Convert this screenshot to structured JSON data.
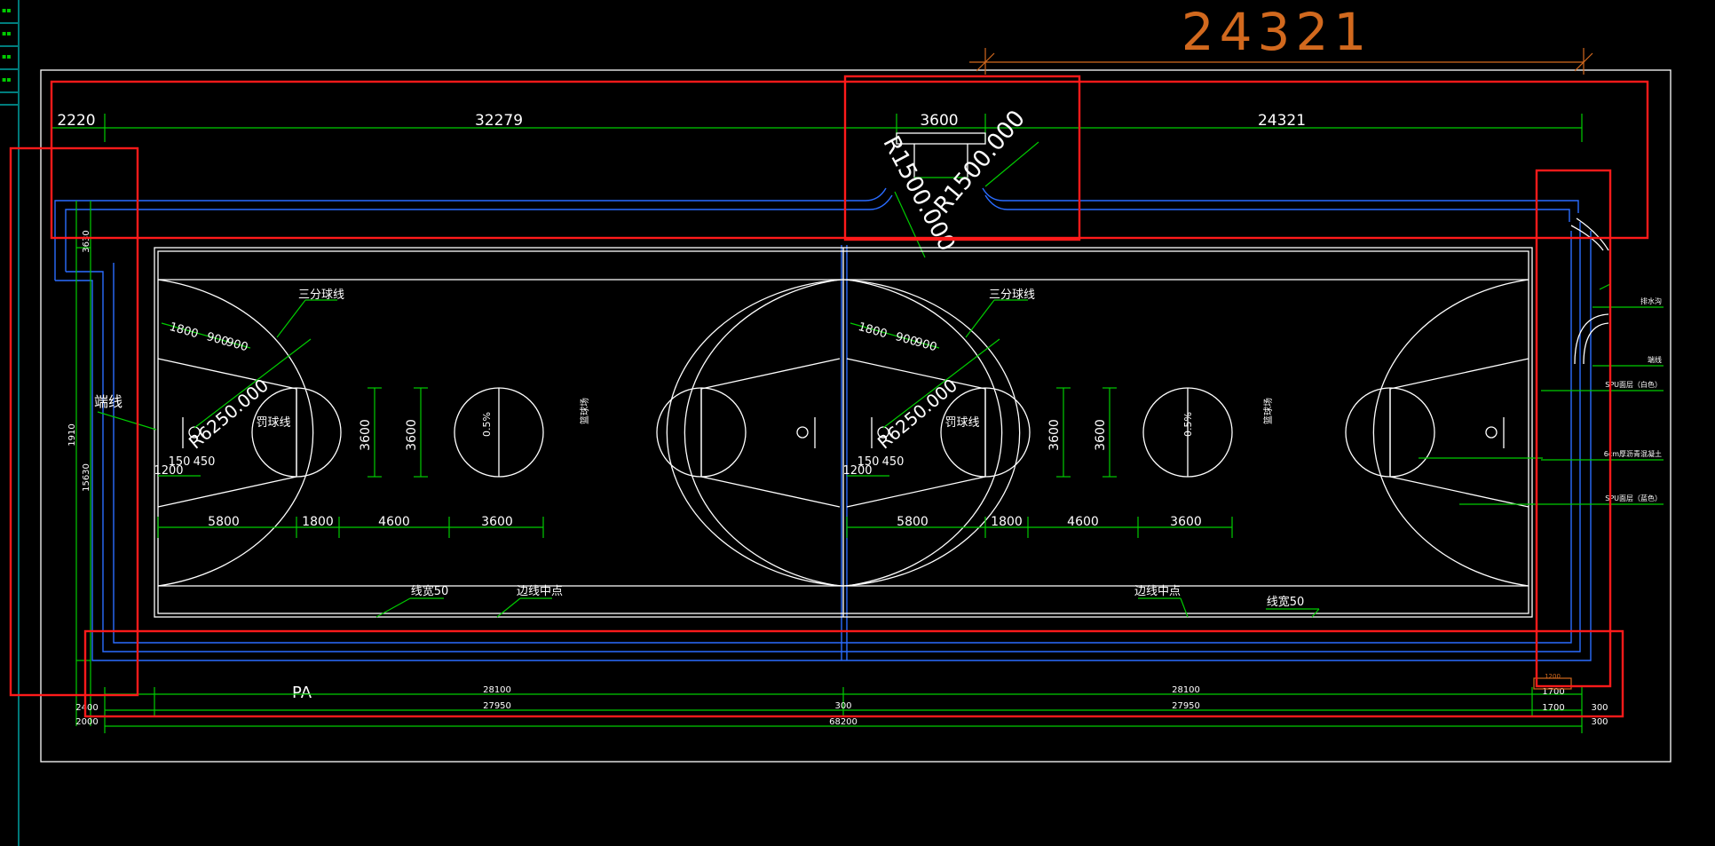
{
  "colors": {
    "background": "#000000",
    "court_line": "#ffffff",
    "dimension": "#00cc00",
    "track": "#2a6cff",
    "highlight_box": "#ff1a1a",
    "measure": "#d2691e",
    "ruler": "#00c8c8"
  },
  "measure_label": "24321",
  "top_dims": [
    "2220",
    "32279",
    "3600",
    "24321"
  ],
  "radius_labels": [
    "R1500.000",
    "R1500.000"
  ],
  "court_labels": {
    "three_point": "三分球线",
    "free_throw": "罚球线",
    "end_line": "端线",
    "line_width": "线宽50",
    "edge_mid": "边线中点",
    "center": "篮球场",
    "arc_radius": "R6250.000",
    "pa": "PA"
  },
  "court_dims": {
    "seg_1800": "1800",
    "seg_900a": "900",
    "seg_900b": "900",
    "d3600": "3600",
    "d150": "150",
    "d450": "450",
    "d1200": "1200",
    "slope": "0.5%",
    "bottom": [
      "5800",
      "1800",
      "4600",
      "3600"
    ]
  },
  "left_dims": [
    "3630",
    "1910",
    "15630"
  ],
  "bottom_dims": {
    "left_2400": "2400",
    "left_2000": "2000",
    "d28100a": "28100",
    "d28100b": "28100",
    "d27950a": "27950",
    "d27950b": "27950",
    "mid_300": "300",
    "total": "68200",
    "right_1700a": "1700",
    "right_1700b": "1700",
    "right_300a": "300",
    "right_300b": "300",
    "small_1200": "1200"
  },
  "legend": [
    "排水沟",
    "端线",
    "SPU面层（白色）",
    "6cm厚沥青混凝土",
    "SPU面层（蓝色）"
  ]
}
